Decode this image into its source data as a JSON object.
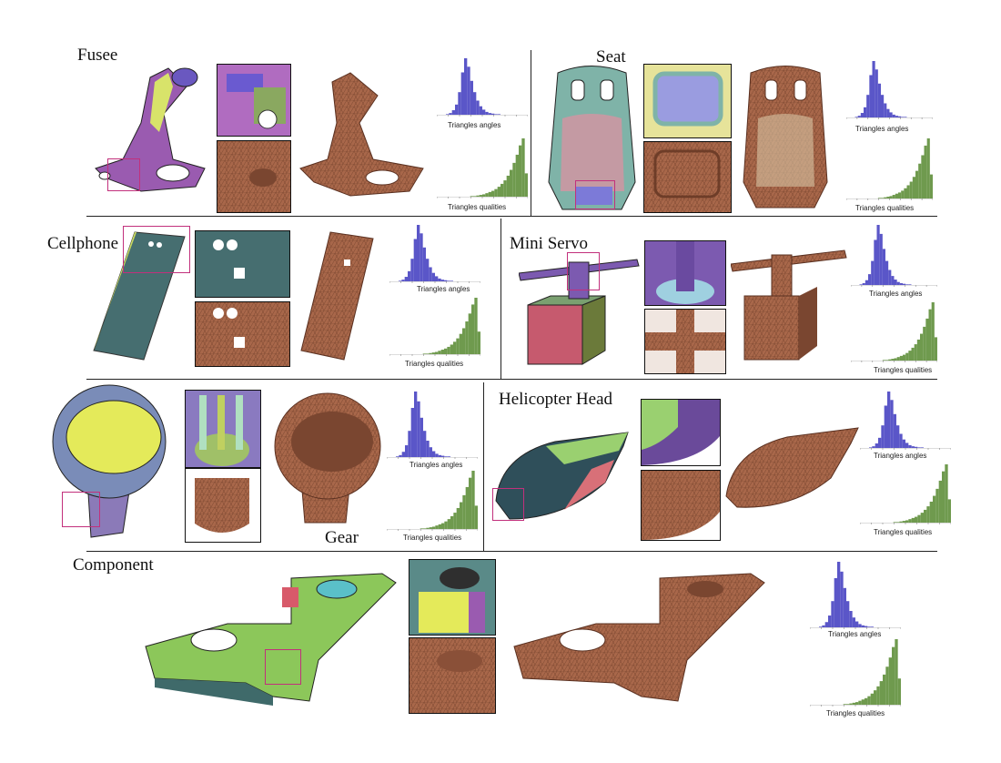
{
  "panels": [
    {
      "title": "Fusee",
      "angles_label": "Triangles angles",
      "qualities_label": "Triangles qualities"
    },
    {
      "title": "Seat",
      "angles_label": "Triangles angles",
      "qualities_label": "Triangles qualities"
    },
    {
      "title": "Cellphone",
      "angles_label": "Triangles angles",
      "qualities_label": "Triangles qualities"
    },
    {
      "title": "Mini Servo",
      "angles_label": "Triangles angles",
      "qualities_label": "Triangles qualities"
    },
    {
      "title": "Gear",
      "angles_label": "Triangles angles",
      "qualities_label": "Triangles qualities"
    },
    {
      "title": "Helicopter Head",
      "angles_label": "Triangles angles",
      "qualities_label": "Triangles qualities"
    },
    {
      "title": "Component",
      "angles_label": "Triangles angles",
      "qualities_label": "Triangles qualities"
    }
  ],
  "colors": {
    "angles": "#5a56c8",
    "qualities": "#6f9a4e",
    "mesh": "#a8674a",
    "highlight": "#c2307c"
  },
  "chart_data": {
    "type": "bar",
    "title": "",
    "series": [
      {
        "name": "Triangles angles",
        "values": [
          0,
          0,
          0,
          1,
          3,
          8,
          18,
          40,
          75,
          100,
          85,
          60,
          40,
          25,
          15,
          9,
          5,
          3,
          2,
          1,
          1,
          0,
          0,
          0,
          0,
          0,
          0,
          0,
          0,
          0
        ]
      },
      {
        "name": "Triangles qualities",
        "values": [
          0,
          0,
          0,
          0,
          0,
          0,
          0,
          0,
          0,
          0,
          0,
          1,
          1,
          2,
          3,
          4,
          6,
          8,
          10,
          13,
          17,
          22,
          28,
          36,
          46,
          58,
          72,
          88,
          100,
          40
        ]
      }
    ],
    "ylim": [
      0,
      100
    ]
  }
}
